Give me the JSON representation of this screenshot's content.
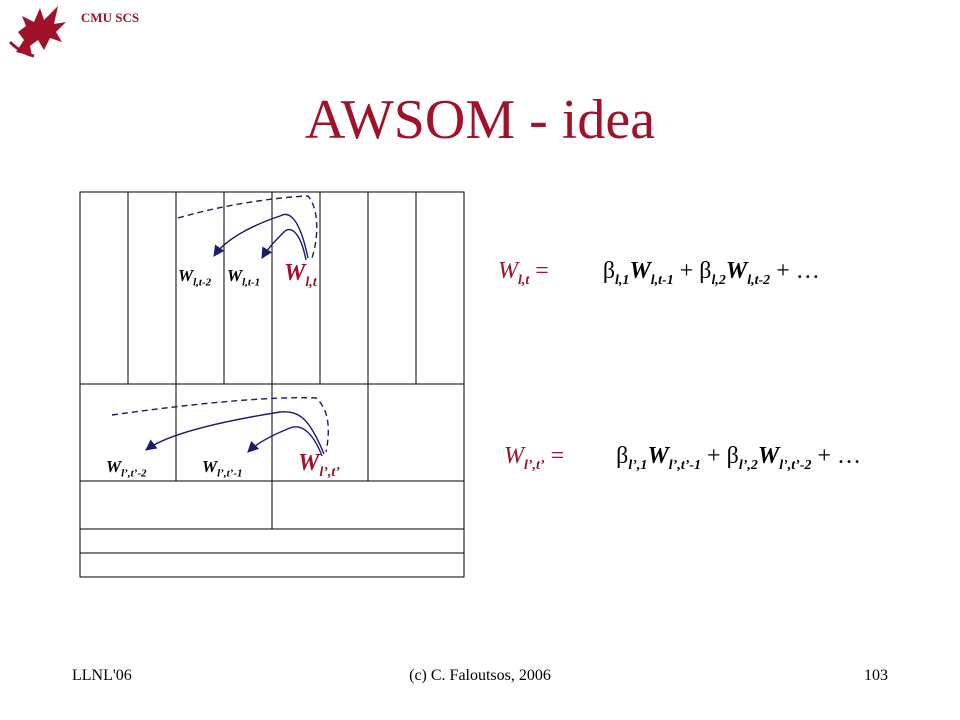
{
  "header": {
    "label": "CMU SCS"
  },
  "slide": {
    "title": "AWSOM - idea"
  },
  "diagram": {
    "labels": {
      "w_lt2": {
        "base": "W",
        "sub": "l,t-2"
      },
      "w_lt1": {
        "base": "W",
        "sub": "l,t-1"
      },
      "w_lt": {
        "base": "W",
        "sub": "l,t"
      },
      "w_ptp2": {
        "base": "W",
        "sub": "l’,t’-2"
      },
      "w_ptp1": {
        "base": "W",
        "sub": "l’,t’-1"
      },
      "w_ptp": {
        "base": "W",
        "sub": "l’,t’"
      }
    }
  },
  "equations": {
    "eq1": {
      "lhs_base": "W",
      "lhs_sub": "l,t",
      "equals": " =",
      "b1": "β",
      "b1_sub": "l,1",
      "w1": "W",
      "w1_sub": "l,t-1",
      "plus1": " + ",
      "b2": "β",
      "b2_sub": "l,2",
      "w2": "W",
      "w2_sub": "l,t-2",
      "tail": " + …"
    },
    "eq2": {
      "lhs_base": "W",
      "lhs_sub": "l’,t’",
      "equals": " =",
      "b1": "β",
      "b1_sub": "l’,1",
      "w1": "W",
      "w1_sub": "l’,t’-1",
      "plus1": " + ",
      "b2": "β",
      "b2_sub": "l’,2",
      "w2": "W",
      "w2_sub": "l’,t’-2",
      "tail": " + …"
    }
  },
  "footer": {
    "left": "LLNL'06",
    "center": "(c) C. Faloutsos, 2006",
    "right": "103"
  },
  "colors": {
    "accent": "#a0112a",
    "navy": "#1a1a6e"
  }
}
